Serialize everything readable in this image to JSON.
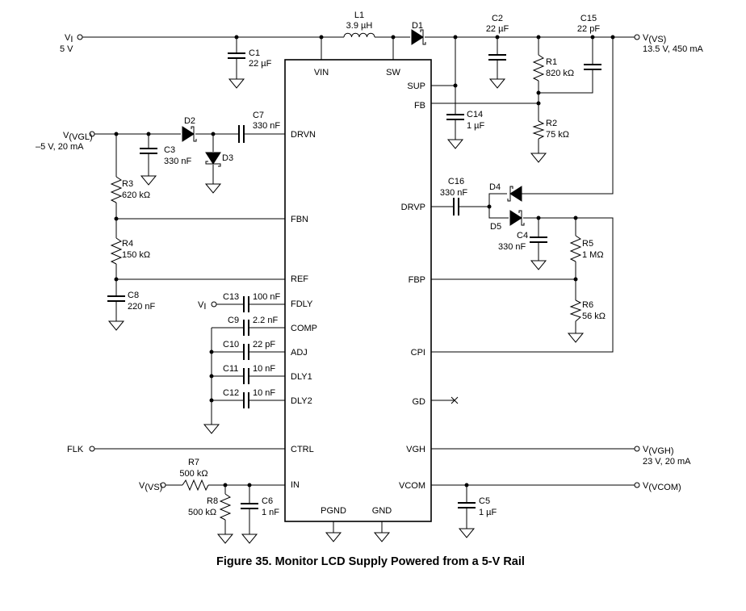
{
  "figure": {
    "caption": "Figure 35.  Monitor LCD Supply Powered from a 5-V Rail"
  },
  "ic": {
    "pins": {
      "vin": "VIN",
      "sw": "SW",
      "sup": "SUP",
      "fb": "FB",
      "drvn": "DRVN",
      "fbn": "FBN",
      "ref": "REF",
      "fdly": "FDLY",
      "comp": "COMP",
      "adj": "ADJ",
      "dly1": "DLY1",
      "dly2": "DLY2",
      "ctrl": "CTRL",
      "in": "IN",
      "drvp": "DRVP",
      "fbp": "FBP",
      "cpi": "CPI",
      "gd": "GD",
      "vgh": "VGH",
      "vcom": "VCOM",
      "pgnd": "PGND",
      "gnd": "GND"
    }
  },
  "components": {
    "l1": {
      "ref": "L1",
      "value": "3.9 µH"
    },
    "d1": {
      "ref": "D1"
    },
    "d2": {
      "ref": "D2"
    },
    "d3": {
      "ref": "D3"
    },
    "d4": {
      "ref": "D4"
    },
    "d5": {
      "ref": "D5"
    },
    "c1": {
      "ref": "C1",
      "value": "22 µF"
    },
    "c2": {
      "ref": "C2",
      "value": "22 µF"
    },
    "c3": {
      "ref": "C3",
      "value": "330 nF"
    },
    "c4": {
      "ref": "C4",
      "value": "330 nF"
    },
    "c5": {
      "ref": "C5",
      "value": "1 µF"
    },
    "c6": {
      "ref": "C6",
      "value": "1 nF"
    },
    "c7": {
      "ref": "C7",
      "value": "330 nF"
    },
    "c8": {
      "ref": "C8",
      "value": "220 nF"
    },
    "c9": {
      "ref": "C9",
      "value": "2.2 nF"
    },
    "c10": {
      "ref": "C10",
      "value": "22 pF"
    },
    "c11": {
      "ref": "C11",
      "value": "10 nF"
    },
    "c12": {
      "ref": "C12",
      "value": "10 nF"
    },
    "c13": {
      "ref": "C13",
      "value": "100 nF"
    },
    "c14": {
      "ref": "C14",
      "value": "1 µF"
    },
    "c15": {
      "ref": "C15",
      "value": "22 pF"
    },
    "c16": {
      "ref": "C16",
      "value": "330 nF"
    },
    "r1": {
      "ref": "R1",
      "value": "820 kΩ"
    },
    "r2": {
      "ref": "R2",
      "value": "75 kΩ"
    },
    "r3": {
      "ref": "R3",
      "value": "620 kΩ"
    },
    "r4": {
      "ref": "R4",
      "value": "150 kΩ"
    },
    "r5": {
      "ref": "R5",
      "value": "1 MΩ"
    },
    "r6": {
      "ref": "R6",
      "value": "56 kΩ"
    },
    "r7": {
      "ref": "R7",
      "value": "500 kΩ"
    },
    "r8": {
      "ref": "R8",
      "value": "500 kΩ"
    }
  },
  "terminals": {
    "vi_main": {
      "name": "V",
      "sub": "I",
      "note": "5 V"
    },
    "vi_fdly": {
      "name": "V",
      "sub": "I"
    },
    "vvs_out": {
      "name": "V",
      "sub": "(VS)",
      "note": "13.5 V, 450 mA"
    },
    "vvgl": {
      "name": "V",
      "sub": "(VGL)",
      "note": "–5 V, 20 mA"
    },
    "vvgh": {
      "name": "V",
      "sub": "(VGH)",
      "note": "23 V, 20 mA"
    },
    "vvcom": {
      "name": "V",
      "sub": "(VCOM)"
    },
    "vvs_in": {
      "name": "V",
      "sub": "(VS)"
    },
    "flk": {
      "name": "FLK"
    }
  }
}
